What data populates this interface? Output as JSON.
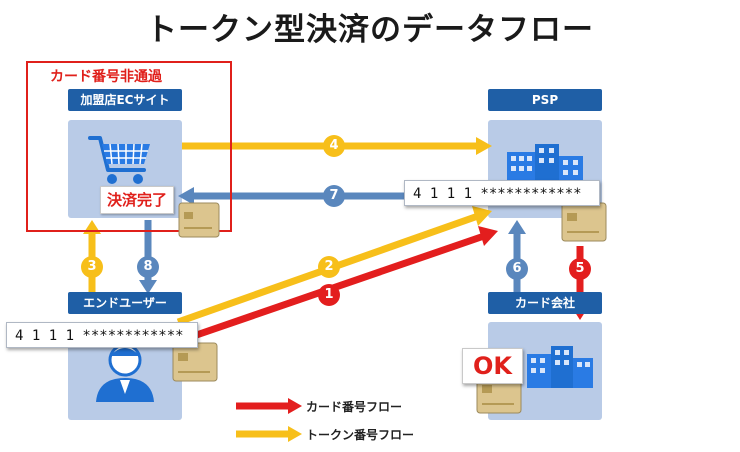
{
  "title": "トークン型決済のデータフロー",
  "red_box_label": "カード番号非通過",
  "nodes": {
    "merchant": "加盟店ECサイト",
    "psp": "PSP",
    "end_user": "エンドユーザー",
    "card_company": "カード会社"
  },
  "card_number_masked": "4 1 1 1 ************",
  "payment_complete": "決済完了",
  "ok": "OK",
  "steps": [
    "1",
    "2",
    "3",
    "4",
    "5",
    "6",
    "7",
    "8"
  ],
  "legend": {
    "red": "カード番号フロー",
    "yellow": "トークン番号フロー"
  },
  "colors": {
    "red": "#e31e1e",
    "yellow": "#f7bf1a",
    "blue": "#5a87bd",
    "header": "#1f5fa6",
    "panel": "#b9cbe7"
  }
}
